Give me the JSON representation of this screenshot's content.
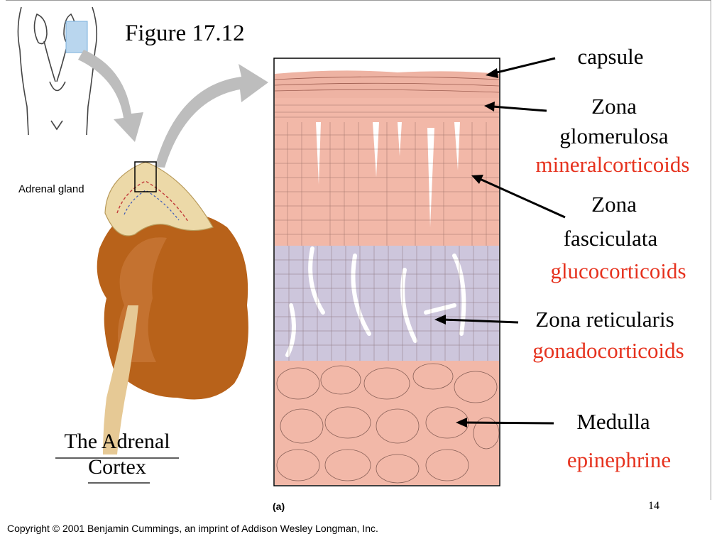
{
  "slide": {
    "figure_label": "Figure 17.12",
    "adrenal_gland_label": "Adrenal gland",
    "caption_line1": "The Adrenal",
    "caption_line2": "Cortex",
    "panel_label": "(a)",
    "page_number": "14",
    "copyright": "Copyright © 2001 Benjamin Cummings, an imprint of Addison Wesley Longman, Inc."
  },
  "labels": {
    "capsule": "capsule",
    "glomerulosa_line1": "Zona",
    "glomerulosa_line2": "glomerulosa",
    "glomerulosa_hormone": "mineralcorticoids",
    "fasciculata_line1": "Zona",
    "fasciculata_line2": "fasciculata",
    "fasciculata_hormone": "glucocorticoids",
    "reticularis": "Zona reticularis",
    "reticularis_hormone": "gonadocorticoids",
    "medulla": "Medulla",
    "medulla_hormone": "epinephrine"
  },
  "colors": {
    "cortex_pink": "#f2b8a8",
    "reticularis_lavender": "#cdc6dc",
    "hormone_red": "#e6321e",
    "kidney_brown": "#b8621a",
    "gland_tan": "#ecd9a8",
    "arrow_gray": "#bdbdbd"
  }
}
